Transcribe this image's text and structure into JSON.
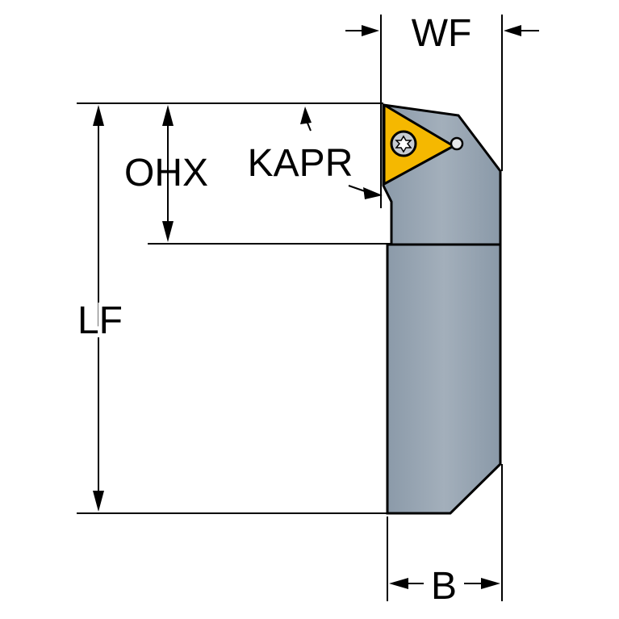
{
  "labels": {
    "wf": "WF",
    "ohx": "OHX",
    "kapr": "KAPR",
    "lf": "LF",
    "b": "B"
  },
  "colors": {
    "shank": "#8898a7",
    "shank_light": "#aab5c0",
    "insert": "#f5b800",
    "screw": "#c9ced4",
    "line": "#000000"
  }
}
